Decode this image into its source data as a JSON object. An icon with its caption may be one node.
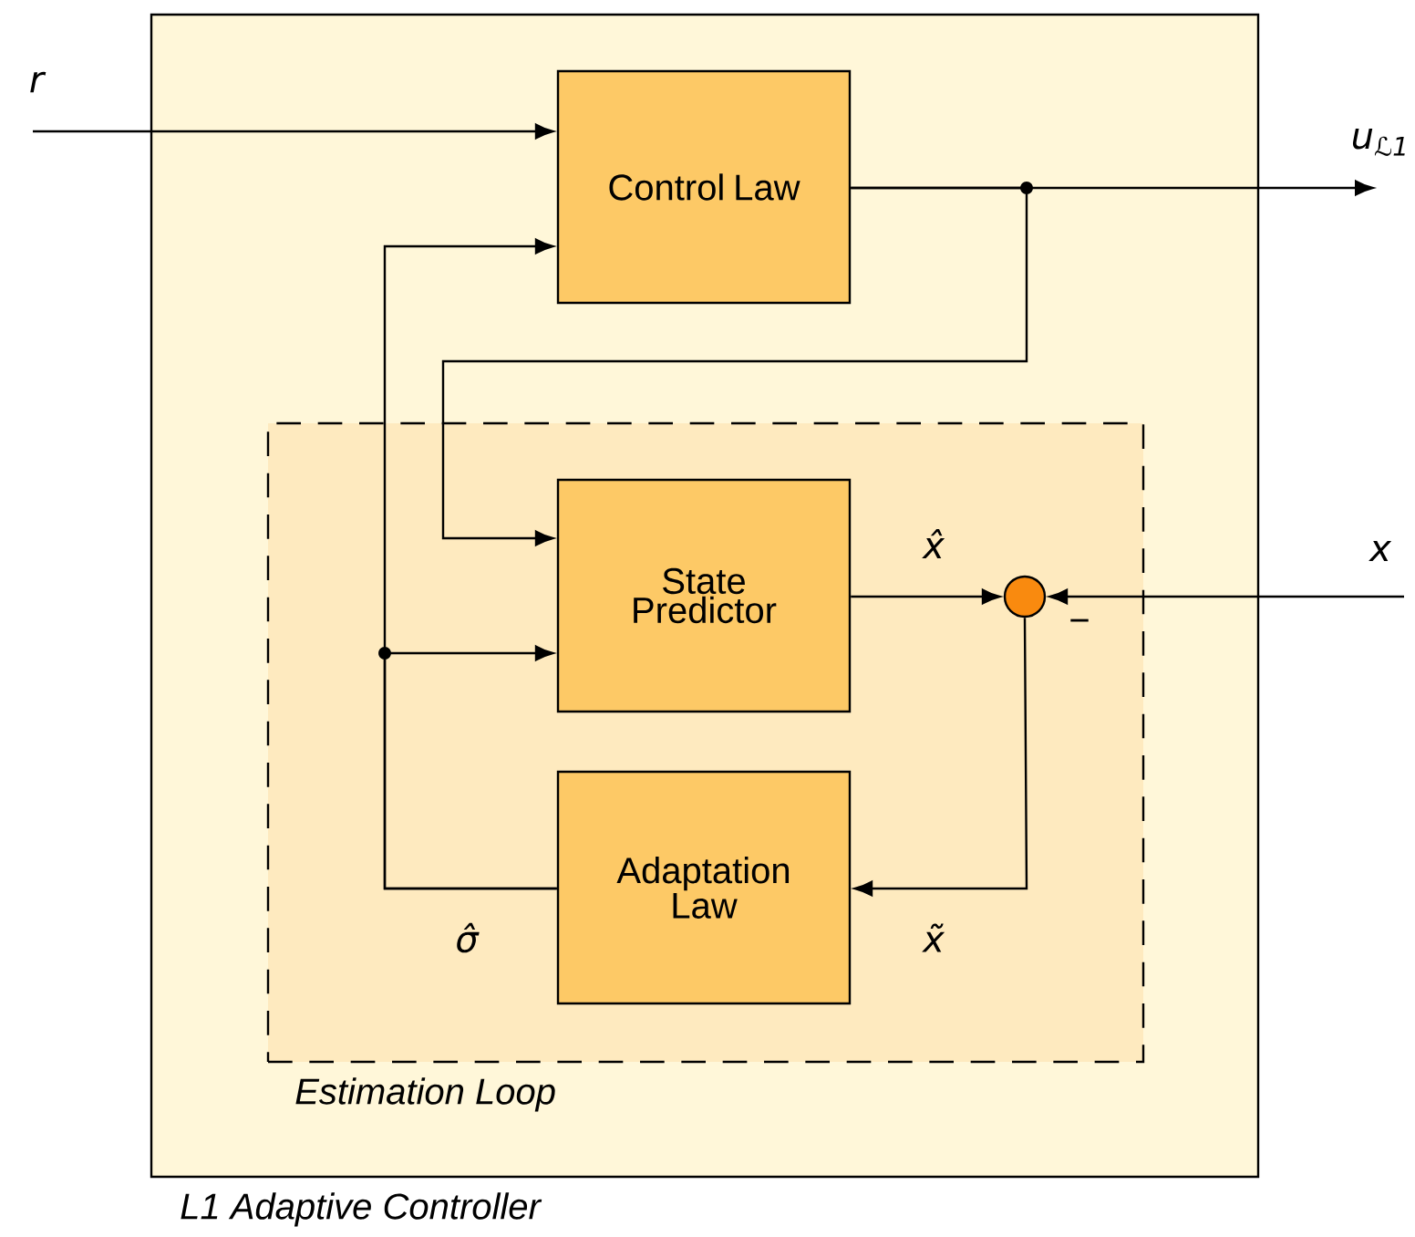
{
  "diagram": {
    "nodes": [
      {
        "text": [
          "L1 Adaptive Controller"
        ]
      },
      {
        "text": [
          "Estimation Loop"
        ],
        "in": 0
      },
      {
        "text": [
          "Control Law"
        ],
        "in": 0
      },
      {
        "text": [
          "State Predictor"
        ],
        "in": 1
      },
      {
        "text": [
          "Adaptation Law"
        ],
        "in": 1
      },
      {
        "text": [],
        "shape": "circle",
        "in": 1,
        "beside": [
          "−"
        ]
      }
    ],
    "edges": [
      {
        "from": null,
        "to": 2,
        "arrow": "to",
        "label": "r"
      },
      {
        "from": 2,
        "to": null,
        "arrow": "to",
        "label": "u$_{ℒ1}$"
      },
      {
        "from": 2,
        "to": 3,
        "arrow": "to"
      },
      {
        "from": null,
        "to": 5,
        "arrow": "to",
        "label": "x"
      },
      {
        "from": 3,
        "to": 5,
        "arrow": "to",
        "label": "x̂"
      },
      {
        "from": 5,
        "to": 4,
        "arrow": "to",
        "label": "x̃"
      },
      {
        "from": 4,
        "to": 2,
        "arrow": "to",
        "label": "σ̂"
      },
      {
        "from": 4,
        "to": 3,
        "arrow": "to"
      }
    ]
  }
}
